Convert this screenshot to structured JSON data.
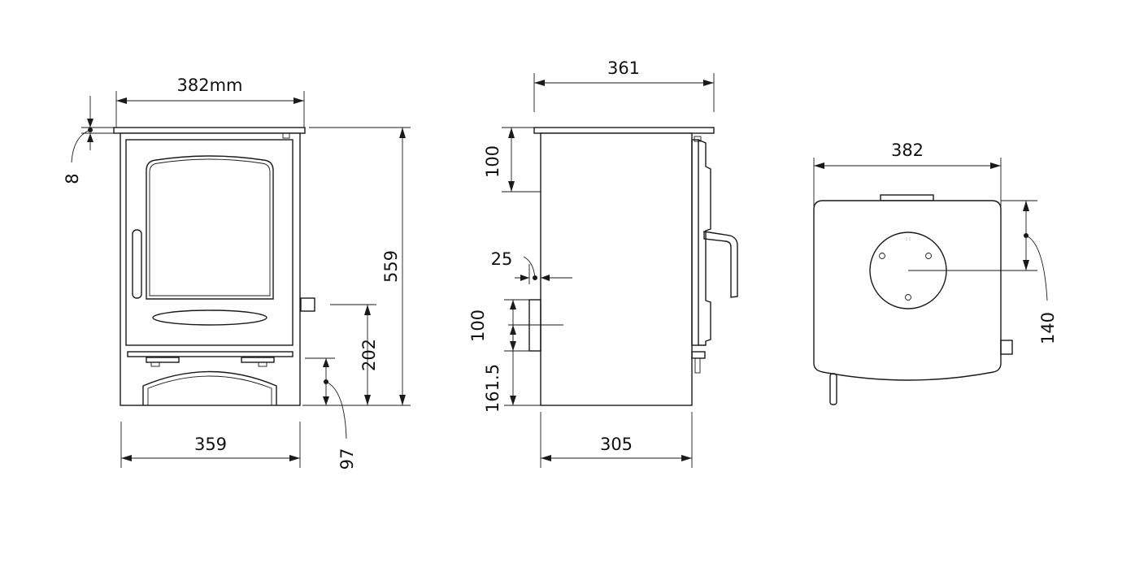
{
  "dimensions": {
    "front_width_top": "382mm",
    "front_top_plate": "8",
    "front_height": "559",
    "front_outlet_height": "202",
    "front_base_width": "359",
    "front_outlet_offset": "97",
    "side_top_depth": "361",
    "side_top_offset": "100",
    "side_flue_gap": "25",
    "side_vent_height": "100",
    "side_vent_base": "161.5",
    "side_base_depth": "305",
    "plan_width": "382",
    "plan_flue_offset": "140"
  },
  "colors": {
    "line": "#1a1a1a",
    "background": "#ffffff"
  }
}
